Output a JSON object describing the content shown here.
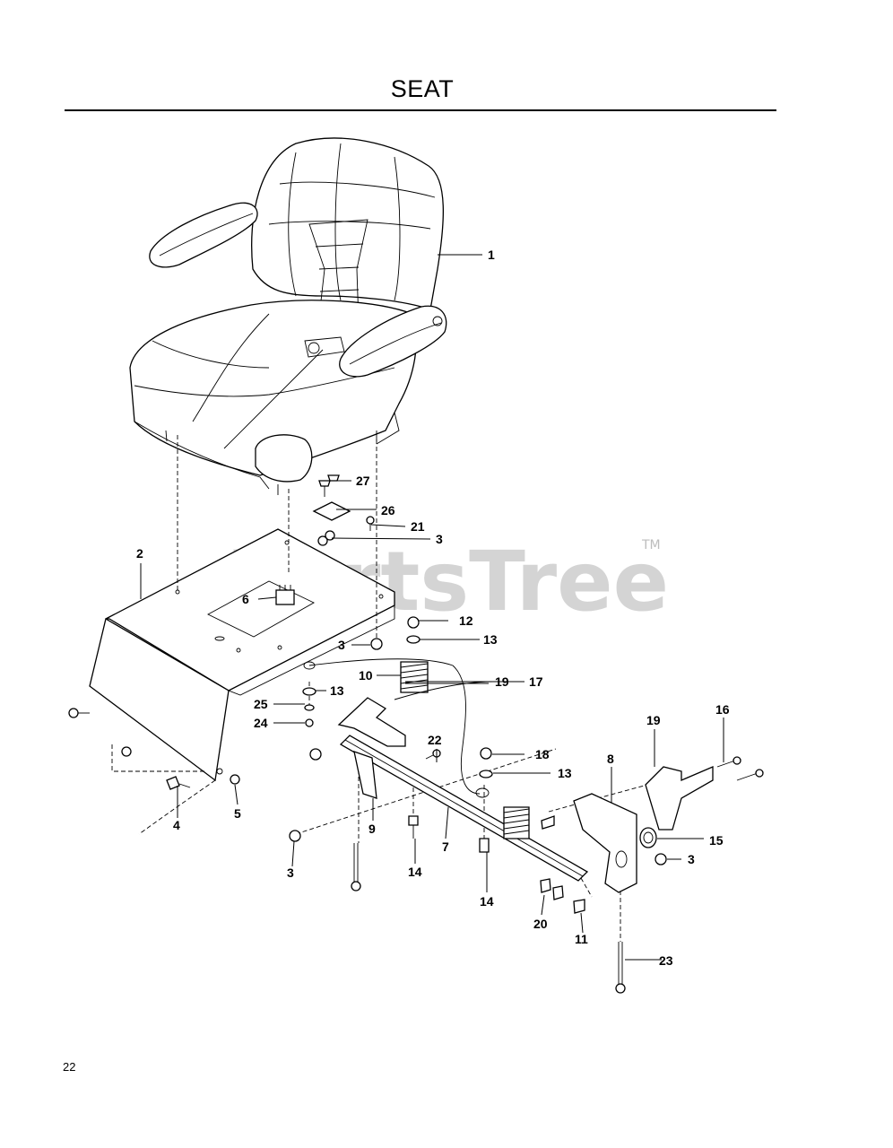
{
  "page": {
    "title": "SEAT",
    "page_number": "22",
    "watermark": "PartsTree",
    "watermark_tm": "TM"
  },
  "callouts": {
    "c1": "1",
    "c2": "2",
    "c3a": "3",
    "c3b": "3",
    "c3c": "3",
    "c3d": "3",
    "c4": "4",
    "c5": "5",
    "c6": "6",
    "c7": "7",
    "c8": "8",
    "c9": "9",
    "c10": "10",
    "c11": "11",
    "c12": "12",
    "c13a": "13",
    "c13b": "13",
    "c13c": "13",
    "c14a": "14",
    "c14b": "14",
    "c15": "15",
    "c16": "16",
    "c17": "17",
    "c18": "18",
    "c19a": "19",
    "c19b": "19",
    "c20": "20",
    "c21": "21",
    "c22": "22",
    "c23": "23",
    "c24": "24",
    "c25": "25",
    "c26": "26",
    "c27": "27"
  }
}
